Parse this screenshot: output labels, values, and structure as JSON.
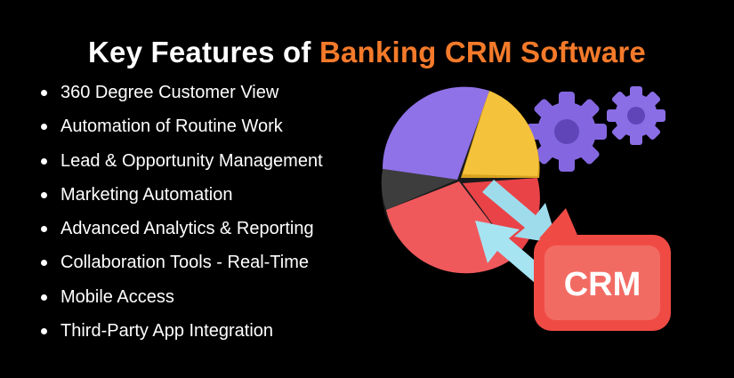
{
  "title": {
    "prefix": "Key Features of ",
    "highlight": "Banking CRM Software"
  },
  "features": [
    "360 Degree Customer View",
    "Automation of Routine Work",
    "Lead & Opportunity Management",
    "Marketing Automation",
    "Advanced Analytics & Reporting",
    "Collaboration Tools - Real-Time",
    "Mobile Access",
    "Third-Party App Integration"
  ],
  "illustration": {
    "badge_text": "CRM",
    "icons": [
      "pie-chart-icon",
      "gear-icon",
      "swap-arrows-icon",
      "crm-badge-icon"
    ]
  },
  "colors": {
    "background": "#000000",
    "accent": "#f47a2a",
    "text": "#ffffff",
    "pie_purple": "#8f72e8",
    "pie_yellow": "#f5c33b",
    "pie_red": "#f0595c",
    "pie_gray": "#3d3d3d",
    "gear_purple": "#8467e0",
    "arrow_blue": "#a6e4f2",
    "badge_red": "#ef4b44"
  }
}
